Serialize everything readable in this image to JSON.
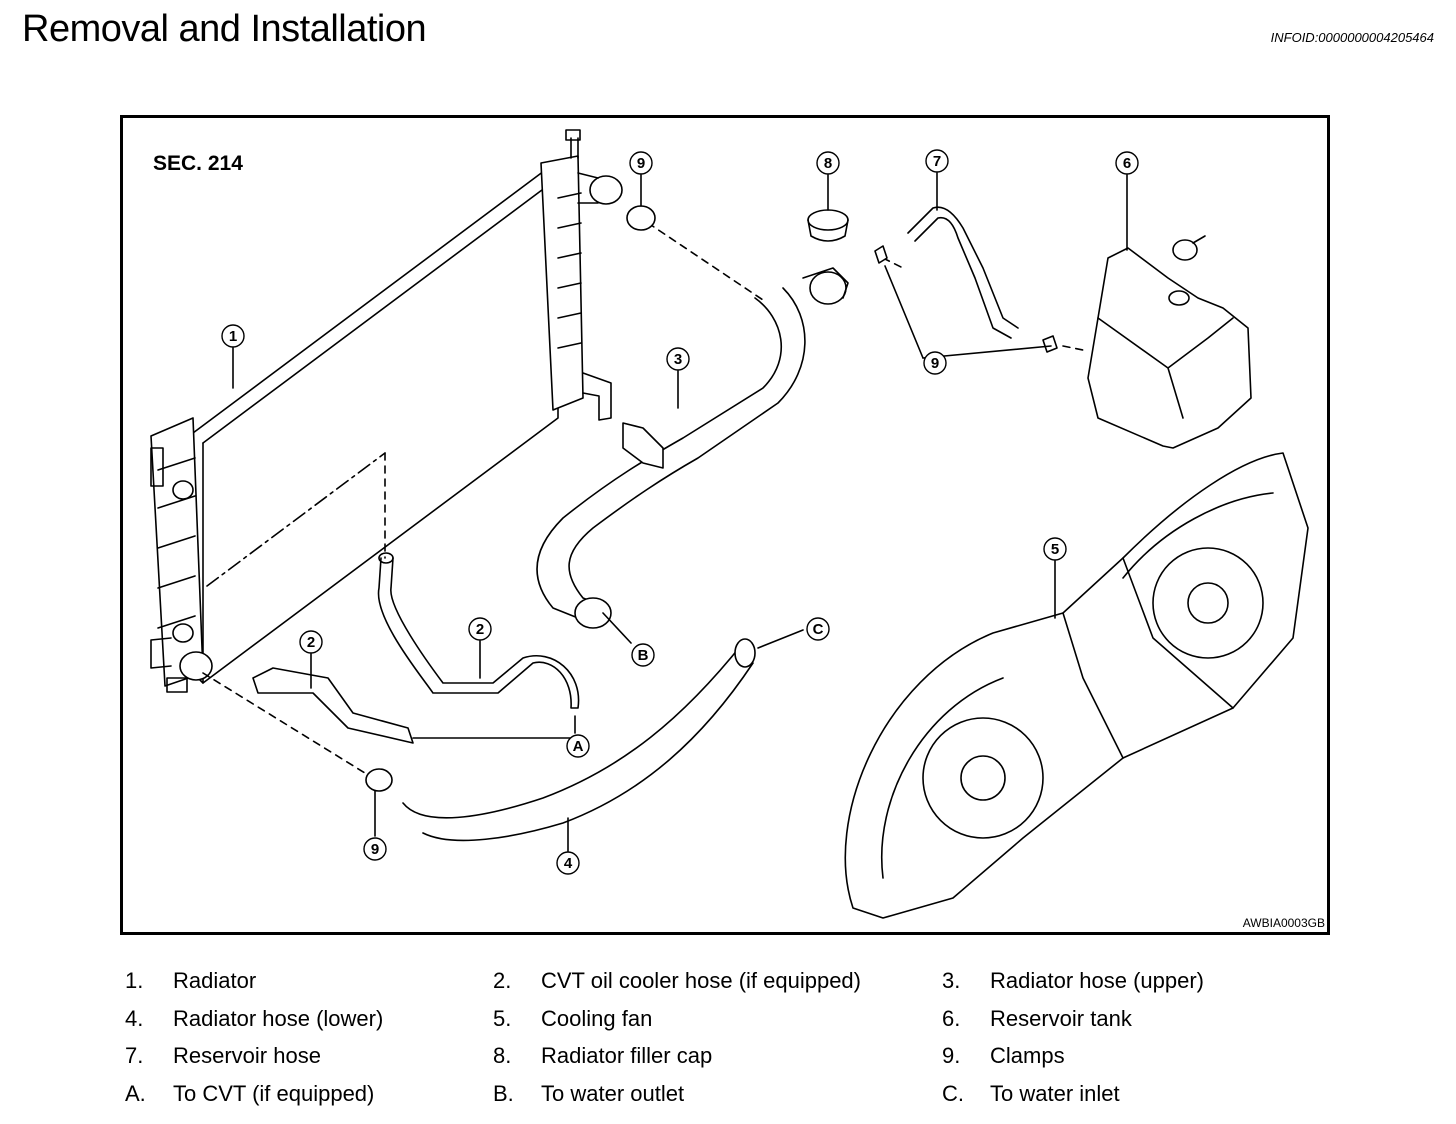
{
  "header": {
    "title": "Removal and Installation",
    "info_id": "INFOID:0000000004205464"
  },
  "figure": {
    "section_label": "SEC. 214",
    "figure_code": "AWBIA0003GB",
    "callouts": [
      "1",
      "2",
      "2",
      "3",
      "4",
      "5",
      "6",
      "7",
      "8",
      "9",
      "9",
      "9",
      "A",
      "B",
      "C"
    ]
  },
  "legend": [
    [
      {
        "num": "1.",
        "label": "Radiator"
      },
      {
        "num": "2.",
        "label": "CVT oil cooler hose (if equipped)"
      },
      {
        "num": "3.",
        "label": "Radiator hose (upper)"
      }
    ],
    [
      {
        "num": "4.",
        "label": "Radiator hose (lower)"
      },
      {
        "num": "5.",
        "label": "Cooling fan"
      },
      {
        "num": "6.",
        "label": "Reservoir tank"
      }
    ],
    [
      {
        "num": "7.",
        "label": "Reservoir hose"
      },
      {
        "num": "8.",
        "label": "Radiator filler cap"
      },
      {
        "num": "9.",
        "label": "Clamps"
      }
    ],
    [
      {
        "num": "A.",
        "label": "To CVT (if equipped)"
      },
      {
        "num": "B.",
        "label": "To water outlet"
      },
      {
        "num": "C.",
        "label": "To water inlet"
      }
    ]
  ]
}
